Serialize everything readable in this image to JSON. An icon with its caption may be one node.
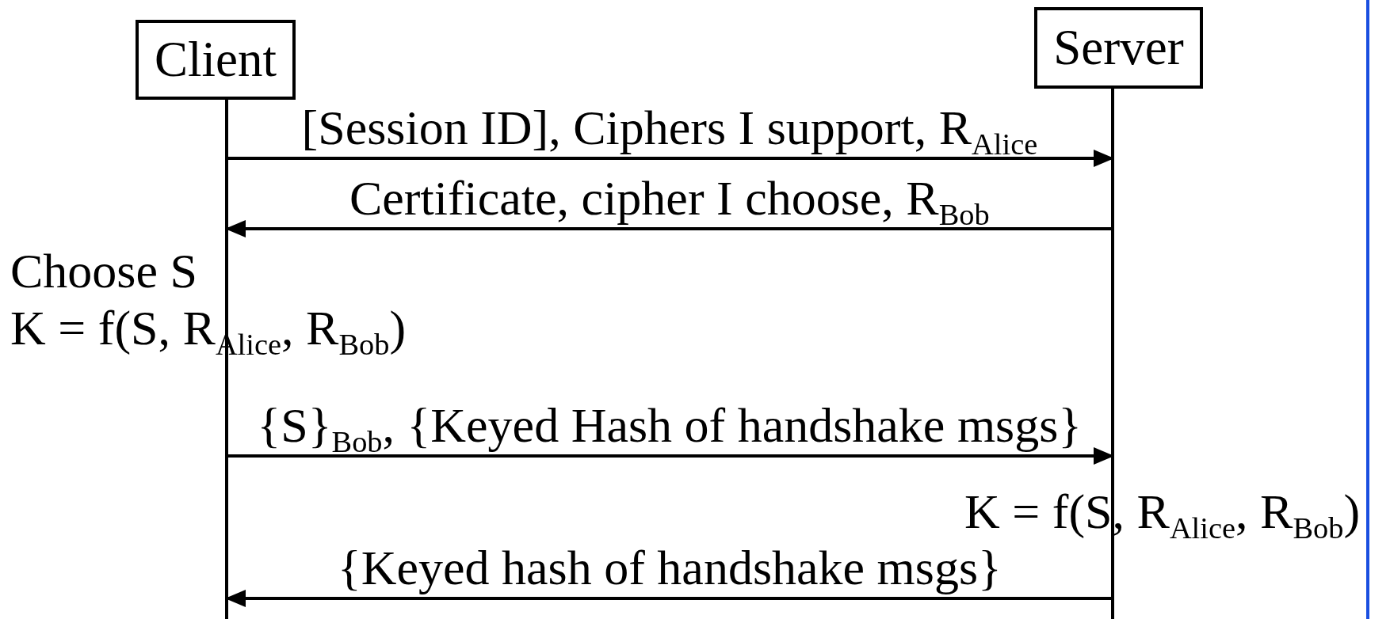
{
  "diagram": {
    "nodes": [
      {
        "text": [
          "Client"
        ]
      },
      {
        "text": [
          "Server"
        ]
      }
    ],
    "edges": [
      {
        "from": 0,
        "to": 1,
        "arrow": "to",
        "label": "[Session ID], Ciphers I support, R$_{Alice}$"
      },
      {
        "from": 1,
        "to": 0,
        "arrow": "to",
        "label": "Certificate, cipher I choose, R$_{Bob}$"
      },
      {
        "from": 0,
        "to": 1,
        "arrow": "to",
        "label": "{S}$_{Bob}$, {Keyed Hash of handshake msgs}"
      },
      {
        "from": 1,
        "to": 0,
        "arrow": "to",
        "label": "{Keyed hash of handshake msgs}"
      }
    ],
    "labels": [
      "Choose S",
      "K = f(S, R$_{Alice}$, R$_{Bob}$)",
      "K = f(S, R$_{Alice}$, R$_{Bob}$)"
    ]
  }
}
